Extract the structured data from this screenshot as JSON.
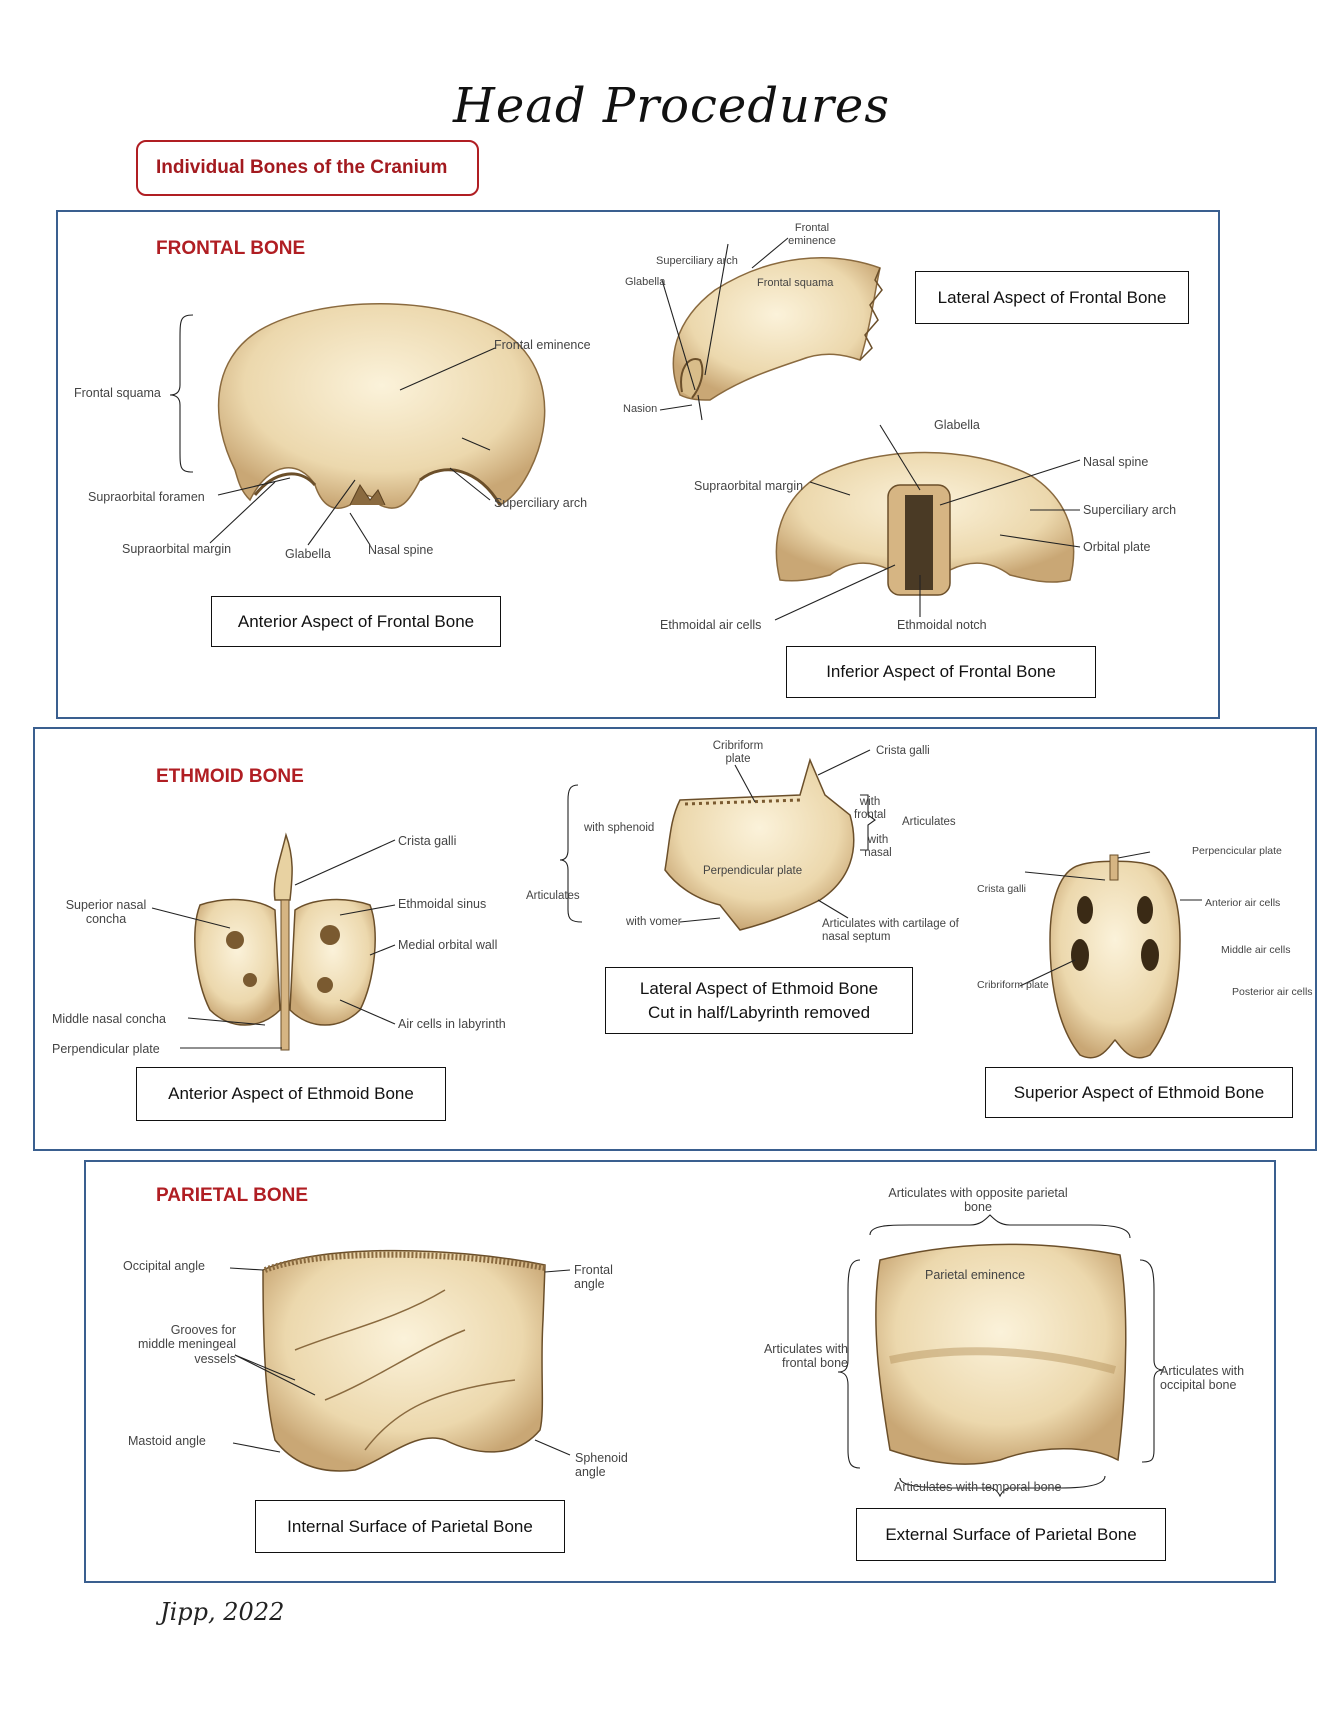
{
  "title": "Head Procedures",
  "subtitle": "Individual Bones of the Cranium",
  "frontal": {
    "heading": "FRONTAL BONE",
    "anterior": {
      "caption": "Anterior Aspect of Frontal Bone",
      "labels": {
        "frontal_squama": "Frontal squama",
        "frontal_eminence": "Frontal eminence",
        "supraorbital_foramen": "Supraorbital foramen",
        "superciliary_arch": "Superciliary arch",
        "supraorbital_margin": "Supraorbital margin",
        "glabella": "Glabella",
        "nasal_spine": "Nasal spine"
      }
    },
    "lateral": {
      "caption": "Lateral Aspect of Frontal Bone",
      "labels": {
        "frontal_eminence": "Frontal eminence",
        "superciliary_arch": "Superciliary arch",
        "glabella": "Glabella",
        "frontal_squama": "Frontal squama",
        "nasion": "Nasion"
      }
    },
    "inferior": {
      "caption": "Inferior Aspect of Frontal Bone",
      "labels": {
        "glabella": "Glabella",
        "nasal_spine": "Nasal spine",
        "supraorbital_margin": "Supraorbital margin",
        "superciliary_arch": "Superciliary arch",
        "orbital_plate": "Orbital plate",
        "ethmoidal_air_cells": "Ethmoidal air cells",
        "ethmoidal_notch": "Ethmoidal notch"
      }
    }
  },
  "ethmoid": {
    "heading": "ETHMOID BONE",
    "anterior": {
      "caption": "Anterior Aspect of Ethmoid Bone",
      "labels": {
        "crista_galli": "Crista galli",
        "superior_nasal_concha": "Superior nasal concha",
        "ethmoidal_sinus": "Ethmoidal sinus",
        "medial_orbital_wall": "Medial orbital wall",
        "middle_nasal_concha": "Middle nasal concha",
        "air_cells_in_labyrinth": "Air cells in labyrinth",
        "perpendicular_plate": "Perpendicular plate"
      }
    },
    "lateral": {
      "caption_line1": "Lateral Aspect of Ethmoid Bone",
      "caption_line2": "Cut in half/Labyrinth removed",
      "labels": {
        "cribriform_plate": "Cribriform plate",
        "crista_galli": "Crista galli",
        "with_sphenoid": "with sphenoid",
        "with_frontal": "with frontal",
        "articulates_right": "Articulates",
        "with_nasal": "with nasal",
        "perpendicular_plate": "Perpendicular plate",
        "articulates_left": "Articulates",
        "with_vomer": "with vomer",
        "articulates_cartilage": "Articulates with cartilage of nasal septum"
      }
    },
    "superior": {
      "caption": "Superior Aspect of Ethmoid Bone",
      "labels": {
        "perpendicular_plate": "Perpencicular plate",
        "crista_galli": "Crista galli",
        "anterior_air_cells": "Anterior air cells",
        "middle_air_cells": "Middle air cells",
        "cribriform_plate": "Cribriform plate",
        "posterior_air_cells": "Posterior air cells"
      }
    }
  },
  "parietal": {
    "heading": "PARIETAL BONE",
    "internal": {
      "caption": "Internal Surface of Parietal Bone",
      "labels": {
        "occipital_angle": "Occipital angle",
        "frontal_angle": "Frontal angle",
        "grooves": "Grooves for middle meningeal vessels",
        "mastoid_angle": "Mastoid angle",
        "sphenoid_angle": "Sphenoid angle"
      }
    },
    "external": {
      "caption": "External Surface of Parietal Bone",
      "labels": {
        "articulates_parietal": "Articulates with opposite parietal bone",
        "parietal_eminence": "Parietal eminence",
        "articulates_frontal": "Articulates with frontal bone",
        "articulates_occipital": "Articulates with occipital bone",
        "articulates_temporal": "Articulates with temporal bone"
      }
    }
  },
  "footer": "Jipp, 2022",
  "colors": {
    "accent_red": "#b01e23",
    "panel_blue": "#3a5f8f",
    "bone": "#f3e3bd",
    "bone_shade": "#c9a775"
  }
}
